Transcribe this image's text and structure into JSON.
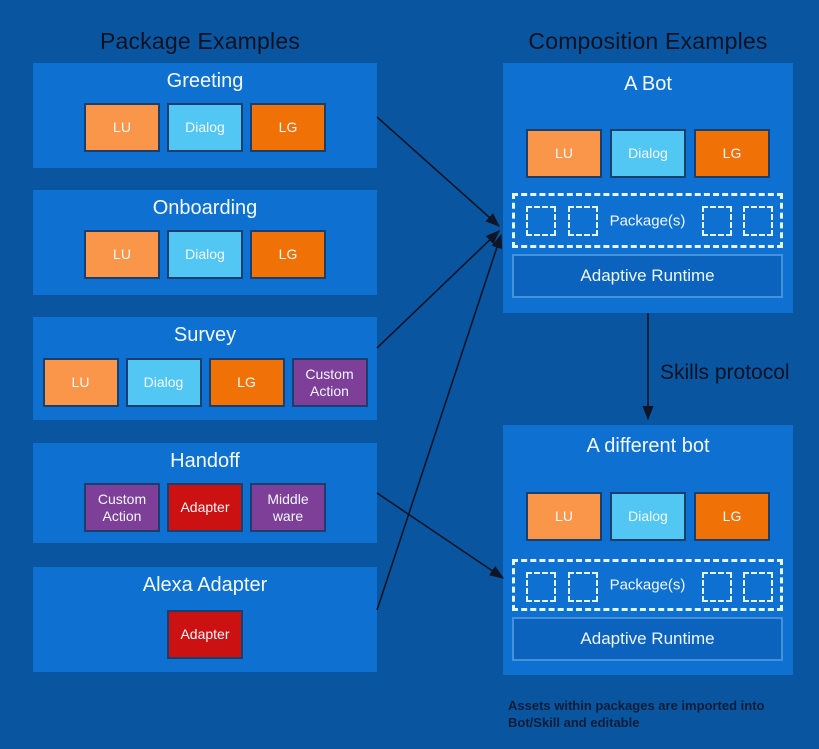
{
  "headings": {
    "left": "Package Examples",
    "right": "Composition Examples"
  },
  "packages": [
    {
      "title": "Greeting",
      "chips": [
        {
          "label": "LU"
        },
        {
          "label": "Dialog"
        },
        {
          "label": "LG"
        }
      ]
    },
    {
      "title": "Onboarding",
      "chips": [
        {
          "label": "LU"
        },
        {
          "label": "Dialog"
        },
        {
          "label": "LG"
        }
      ]
    },
    {
      "title": "Survey",
      "chips": [
        {
          "label": "LU"
        },
        {
          "label": "Dialog"
        },
        {
          "label": "LG"
        },
        {
          "label": "Custom Action"
        }
      ]
    },
    {
      "title": "Handoff",
      "chips": [
        {
          "label": "Custom Action"
        },
        {
          "label": "Adapter"
        },
        {
          "label": "Middle ware"
        }
      ]
    },
    {
      "title": "Alexa Adapter",
      "chips": [
        {
          "label": "Adapter"
        }
      ]
    }
  ],
  "compositions": [
    {
      "title": "A Bot",
      "chips": [
        {
          "label": "LU"
        },
        {
          "label": "Dialog"
        },
        {
          "label": "LG"
        }
      ],
      "package_label": "Package(s)",
      "runtime_label": "Adaptive Runtime"
    },
    {
      "title": "A different bot",
      "chips": [
        {
          "label": "LU"
        },
        {
          "label": "Dialog"
        },
        {
          "label": "LG"
        }
      ],
      "package_label": "Package(s)",
      "runtime_label": "Adaptive Runtime"
    }
  ],
  "labels": {
    "skills_protocol": "Skills protocol",
    "note_line1": "Assets within packages are imported into",
    "note_line2": "Bot/Skill and editable"
  },
  "connections": [
    {
      "from": "Greeting",
      "to": "A Bot packages"
    },
    {
      "from": "Survey",
      "to": "A Bot packages"
    },
    {
      "from": "Alexa Adapter",
      "to": "A Bot packages"
    },
    {
      "from": "Handoff",
      "to": "A different bot packages"
    },
    {
      "from": "A Bot",
      "to": "A different bot",
      "label": "Skills protocol"
    }
  ],
  "colors": {
    "background": "#0a55a0",
    "box_blue": "#0e70d1",
    "chip_lu": "#f9964a",
    "chip_dialog": "#53c7f3",
    "chip_lg": "#f07105",
    "chip_custom_action": "#7d3f98",
    "chip_adapter": "#cb1111",
    "runtime_fill": "#0b63bd",
    "runtime_border": "#4493da",
    "dashed_white": "#e4f6ff",
    "heading_text": "#0b1322",
    "arrow": "#0d1526"
  }
}
